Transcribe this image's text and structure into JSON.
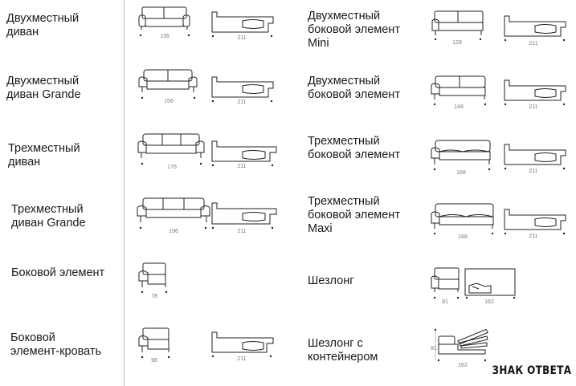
{
  "left_column": [
    {
      "label": "Двухместный\nдиван",
      "front_width": "136",
      "side_depth": "211"
    },
    {
      "label": "Двухместный\nдиван Grande",
      "front_width": "156",
      "side_depth": "211"
    },
    {
      "label": "Трехместный\nдиван",
      "front_width": "176",
      "side_depth": "211"
    },
    {
      "label": "Трехместный\nдиван Grande",
      "front_width": "196",
      "side_depth": "211"
    },
    {
      "label": "Боковой элемент",
      "front_width": "78"
    },
    {
      "label": "Боковой\nэлемент-кровать",
      "front_width": "98",
      "side_depth": "211"
    }
  ],
  "right_column": [
    {
      "label": "Двухместный\nбоковой элемент\nMini",
      "front_width": "128",
      "side_depth": "211"
    },
    {
      "label": "Двухместный\nбоковой элемент",
      "front_width": "148",
      "side_depth": "211"
    },
    {
      "label": "Трехместный\nбоковой элемент",
      "front_width": "168",
      "side_depth": "211"
    },
    {
      "label": "Трехместный\nбоковой элемент\nMaxi",
      "front_width": "188",
      "side_depth": "211"
    },
    {
      "label": "Шезлонг",
      "front_width": "91",
      "side_depth": "162"
    },
    {
      "label": "Шезлонг с\nконтейнером",
      "height": "91",
      "side_depth": "162"
    }
  ],
  "watermark": "ЗНАК ОТВЕТА",
  "icons": [
    "sofa-front-icon",
    "sofa-bed-side-icon",
    "chaise-icon",
    "chaise-container-icon"
  ]
}
